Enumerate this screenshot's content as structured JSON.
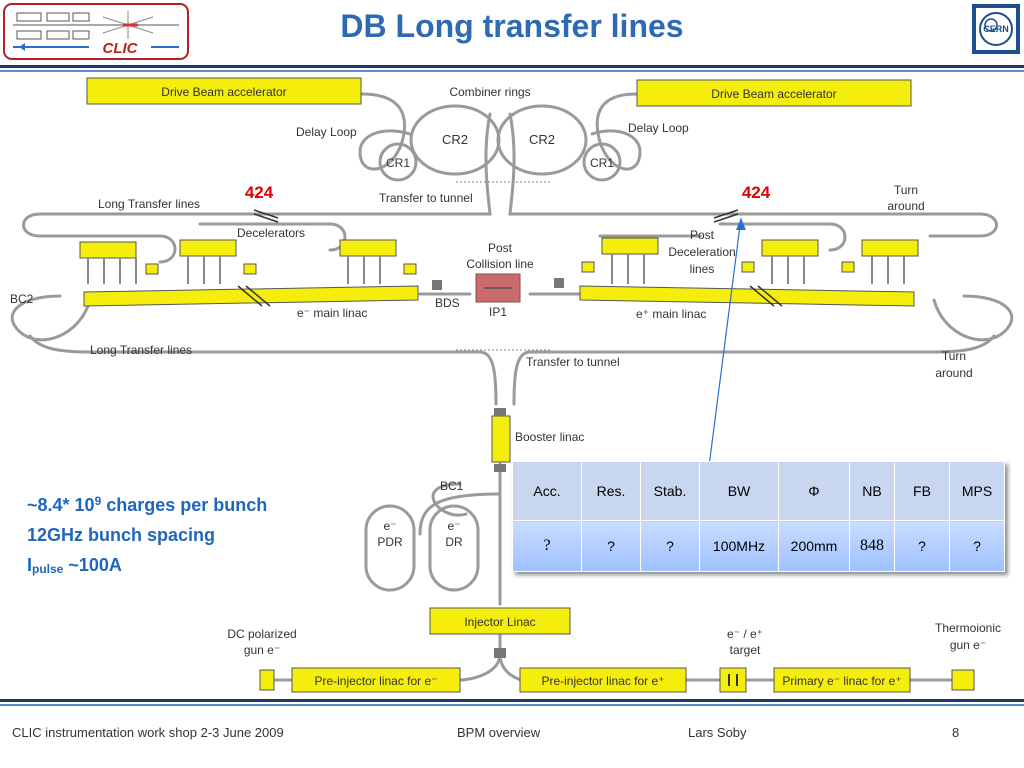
{
  "slide": {
    "title": "DB Long transfer lines",
    "footer": {
      "left": "CLIC instrumentation work shop 2-3 June 2009",
      "center": "BPM overview",
      "right": "Lars Soby",
      "page": "8"
    }
  },
  "logos": {
    "clic": "CLIC",
    "cern": "CERN"
  },
  "diagram": {
    "labels": {
      "drive_beam_left": "Drive Beam accelerator",
      "drive_beam_right": "Drive Beam accelerator",
      "combiner_rings": "Combiner rings",
      "delay_loop_left": "Delay Loop",
      "delay_loop_right": "Delay Loop",
      "cr2_left": "CR2",
      "cr2_right": "CR2",
      "cr1_left": "CR1",
      "cr1_right": "CR1",
      "count_left": "424",
      "count_right": "424",
      "transfer_tunnel_top": "Transfer to tunnel",
      "transfer_tunnel_bottom": "Transfer to tunnel",
      "long_transfer_top": "Long Transfer lines",
      "long_transfer_bottom": "Long Transfer lines",
      "turn_around_top_1": "Turn",
      "turn_around_top_2": "around",
      "turn_around_bottom_1": "Turn",
      "turn_around_bottom_2": "around",
      "decelerators": "Decelerators",
      "post_collision_1": "Post",
      "post_collision_2": "Collision line",
      "post_decel_1": "Post",
      "post_decel_2": "Deceleration",
      "post_decel_3": "lines",
      "bc2": "BC2",
      "e_minus_main_linac": "e⁻ main linac",
      "e_plus_main_linac": "e⁺ main linac",
      "bds": "BDS",
      "ip1": "IP1",
      "booster_linac": "Booster linac",
      "bc1": "BC1",
      "pdr_1": "e⁻",
      "pdr_2": "PDR",
      "dr_1": "e⁻",
      "dr_2": "DR",
      "injector_linac": "Injector Linac",
      "dc_gun_1": "DC polarized",
      "dc_gun_2": "gun e⁻",
      "target_1": "e⁻ / e⁺",
      "target_2": "target",
      "thermo_1": "Thermoionic",
      "thermo_2": "gun e⁻",
      "preinj_minus": "Pre-injector linac for e⁻",
      "preinj_plus": "Pre-injector linac for e⁺",
      "primary_linac": "Primary e⁻ linac for e⁺"
    }
  },
  "beam_info": {
    "line1_prefix": "~8.4* 10",
    "line1_exp": "9",
    "line1_suffix": " charges per bunch",
    "line2": "12GHz bunch spacing",
    "line3_prefix": "I",
    "line3_sub": "pulse",
    "line3_suffix": " ~100A"
  },
  "table": {
    "headers": [
      "Acc.",
      "Res.",
      "Stab.",
      "BW",
      "Φ",
      "NB",
      "FB",
      "MPS"
    ],
    "values": [
      "?",
      "?",
      "?",
      "100MHz",
      "200mm",
      "848",
      "?",
      "?"
    ]
  },
  "colors": {
    "title": "#2e6ab3",
    "module_fill": "#f5ee0c",
    "beamline": "#9a9a9a",
    "count_label": "#e00000",
    "beam_info": "#1f66bf",
    "table_header": "#c8d6f0",
    "table_body": "#a9c7ff"
  }
}
